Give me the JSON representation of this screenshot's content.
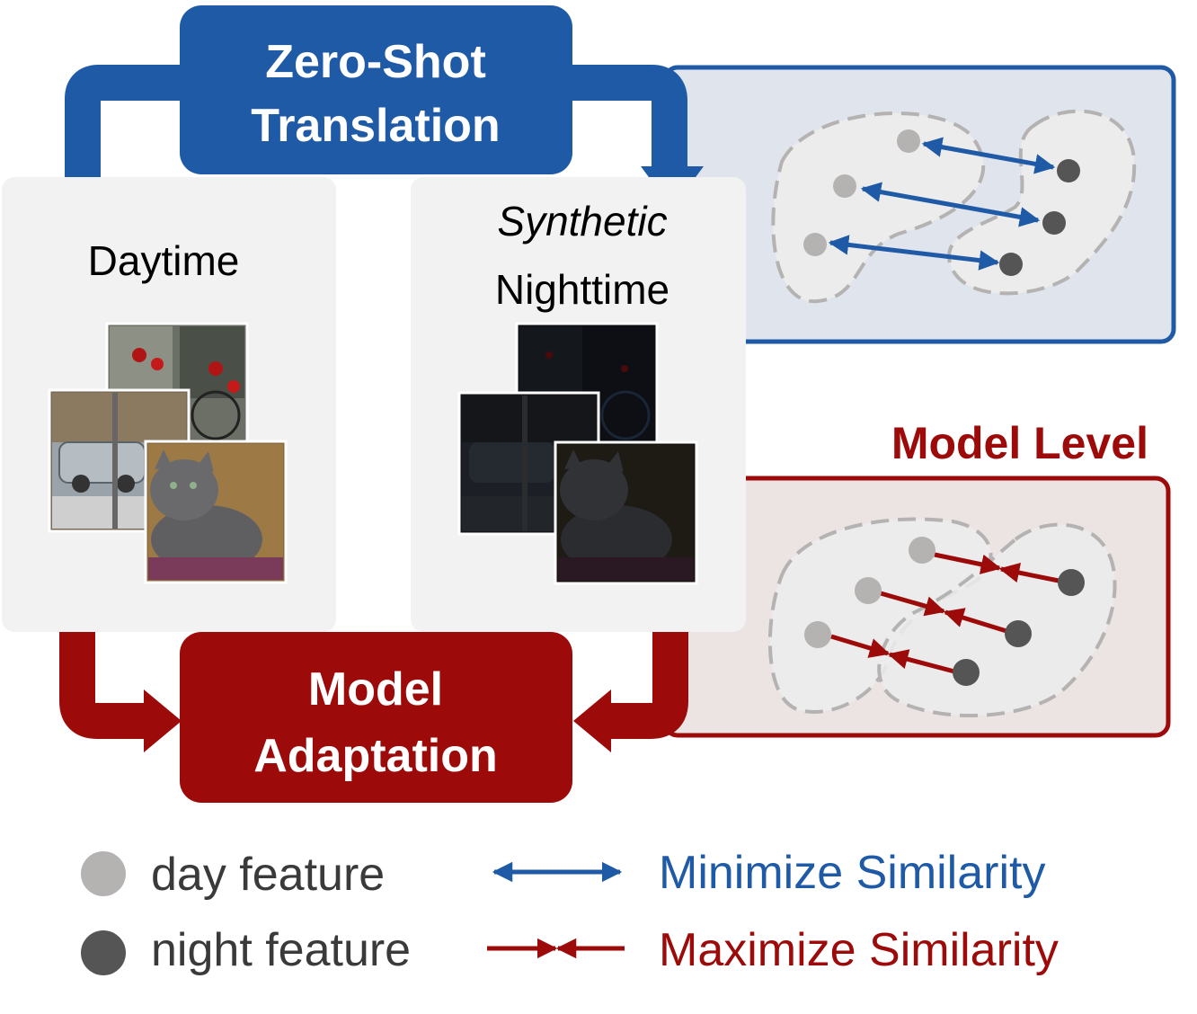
{
  "top_box": {
    "line1": "Zero-Shot",
    "line2": "Translation",
    "color": "#1f5aa6"
  },
  "bottom_box": {
    "line1": "Model",
    "line2": "Adaptation",
    "color": "#9c0a0a"
  },
  "panels": {
    "daytime": {
      "title": "Daytime"
    },
    "nighttime": {
      "title_italic": "Synthetic",
      "title": "Nighttime"
    }
  },
  "model_level_label": "Model Level",
  "legend": {
    "day_feature": "day feature",
    "night_feature": "night feature",
    "minimize": "Minimize Similarity",
    "maximize": "Maximize Similarity"
  },
  "colors": {
    "blue": "#1f5aa6",
    "red": "#9c0a0a",
    "day_dot": "#b5b2b2",
    "night_dot": "#555555",
    "panel_bg": "#f2f2f2",
    "blue_panel_bg": "#e0e4ec",
    "red_panel_bg": "#ece3e3"
  },
  "icons": [
    "bicycle-photo",
    "street-car-photo",
    "cat-photo"
  ]
}
